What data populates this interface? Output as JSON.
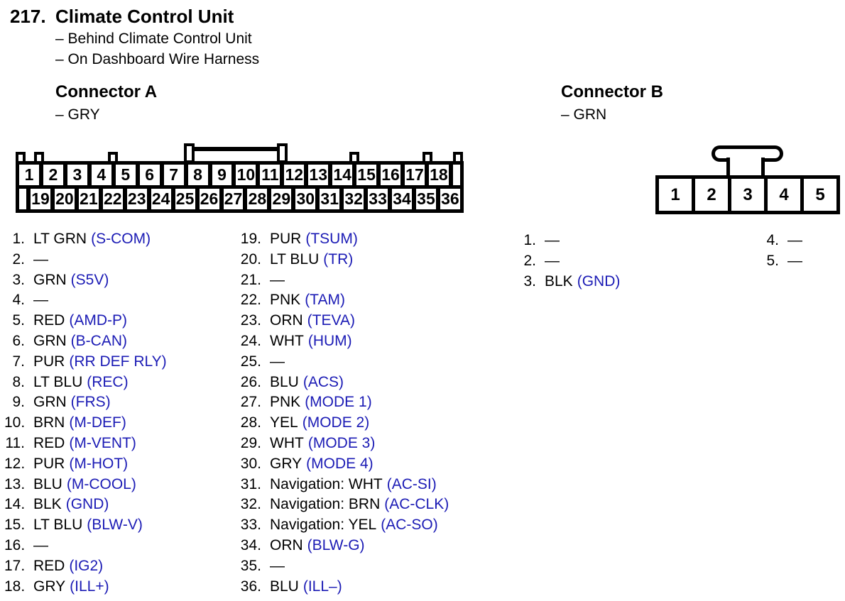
{
  "page": {
    "item_number": "217.",
    "title": "Climate Control Unit",
    "location_notes": [
      "– Behind Climate Control Unit",
      "– On Dashboard Wire Harness"
    ]
  },
  "colors": {
    "signal_text": "#1b1bb5",
    "body_text": "#000000",
    "background": "#ffffff",
    "connector_outline": "#000000"
  },
  "connector_a": {
    "heading": "Connector A",
    "color_note": "– GRY",
    "diagram": {
      "row_top": [
        "1",
        "2",
        "3",
        "4",
        "5",
        "6",
        "7",
        "8",
        "9",
        "10",
        "11",
        "12",
        "13",
        "14",
        "15",
        "16",
        "17",
        "18",
        {
          "label": "",
          "class": "narrow"
        }
      ],
      "row_bottom": [
        {
          "label": "",
          "class": "narrow"
        },
        "19",
        "20",
        "21",
        "22",
        "23",
        "24",
        "25",
        "26",
        "27",
        "28",
        "29",
        "30",
        "31",
        "32",
        "33",
        "34",
        "35",
        "36"
      ]
    },
    "pins_col1": [
      {
        "num": "1.",
        "color": "LT GRN",
        "signal": "(S-COM)"
      },
      {
        "num": "2.",
        "color": "—",
        "signal": ""
      },
      {
        "num": "3.",
        "color": "GRN",
        "signal": "(S5V)"
      },
      {
        "num": "4.",
        "color": "—",
        "signal": ""
      },
      {
        "num": "5.",
        "color": "RED",
        "signal": "(AMD-P)"
      },
      {
        "num": "6.",
        "color": "GRN",
        "signal": "(B-CAN)"
      },
      {
        "num": "7.",
        "color": "PUR",
        "signal": "(RR DEF RLY)"
      },
      {
        "num": "8.",
        "color": "LT BLU",
        "signal": "(REC)"
      },
      {
        "num": "9.",
        "color": "GRN",
        "signal": "(FRS)"
      },
      {
        "num": "10.",
        "color": "BRN",
        "signal": "(M-DEF)"
      },
      {
        "num": "11.",
        "color": "RED",
        "signal": "(M-VENT)"
      },
      {
        "num": "12.",
        "color": "PUR",
        "signal": "(M-HOT)"
      },
      {
        "num": "13.",
        "color": "BLU",
        "signal": "(M-COOL)"
      },
      {
        "num": "14.",
        "color": "BLK",
        "signal": "(GND)"
      },
      {
        "num": "15.",
        "color": "LT BLU",
        "signal": "(BLW-V)"
      },
      {
        "num": "16.",
        "color": "—",
        "signal": ""
      },
      {
        "num": "17.",
        "color": "RED",
        "signal": "(IG2)"
      },
      {
        "num": "18.",
        "color": "GRY",
        "signal": "(ILL+)"
      }
    ],
    "pins_col2": [
      {
        "num": "19.",
        "color": "PUR",
        "signal": "(TSUM)"
      },
      {
        "num": "20.",
        "color": "LT BLU",
        "signal": "(TR)"
      },
      {
        "num": "21.",
        "color": "—",
        "signal": ""
      },
      {
        "num": "22.",
        "color": "PNK",
        "signal": "(TAM)"
      },
      {
        "num": "23.",
        "color": "ORN",
        "signal": "(TEVA)"
      },
      {
        "num": "24.",
        "color": "WHT",
        "signal": "(HUM)"
      },
      {
        "num": "25.",
        "color": "—",
        "signal": ""
      },
      {
        "num": "26.",
        "color": "BLU",
        "signal": "(ACS)"
      },
      {
        "num": "27.",
        "color": "PNK",
        "signal": "(MODE 1)"
      },
      {
        "num": "28.",
        "color": "YEL",
        "signal": "(MODE 2)"
      },
      {
        "num": "29.",
        "color": "WHT",
        "signal": "(MODE 3)"
      },
      {
        "num": "30.",
        "color": "GRY",
        "signal": "(MODE 4)"
      },
      {
        "num": "31.",
        "color": "Navigation: WHT",
        "signal": "(AC-SI)"
      },
      {
        "num": "32.",
        "color": "Navigation: BRN",
        "signal": "(AC-CLK)"
      },
      {
        "num": "33.",
        "color": "Navigation: YEL",
        "signal": "(AC-SO)"
      },
      {
        "num": "34.",
        "color": "ORN",
        "signal": "(BLW-G)"
      },
      {
        "num": "35.",
        "color": "—",
        "signal": ""
      },
      {
        "num": "36.",
        "color": "BLU",
        "signal": "(ILL–)"
      }
    ]
  },
  "connector_b": {
    "heading": "Connector B",
    "color_note": "– GRN",
    "diagram": {
      "cells": [
        "1",
        "2",
        "3",
        "4",
        "5"
      ]
    },
    "pins_col1": [
      {
        "num": "1.",
        "color": "—",
        "signal": ""
      },
      {
        "num": "2.",
        "color": "—",
        "signal": ""
      },
      {
        "num": "3.",
        "color": "BLK",
        "signal": "(GND)"
      }
    ],
    "pins_col2": [
      {
        "num": "4.",
        "color": "—",
        "signal": ""
      },
      {
        "num": "5.",
        "color": "—",
        "signal": ""
      }
    ]
  }
}
